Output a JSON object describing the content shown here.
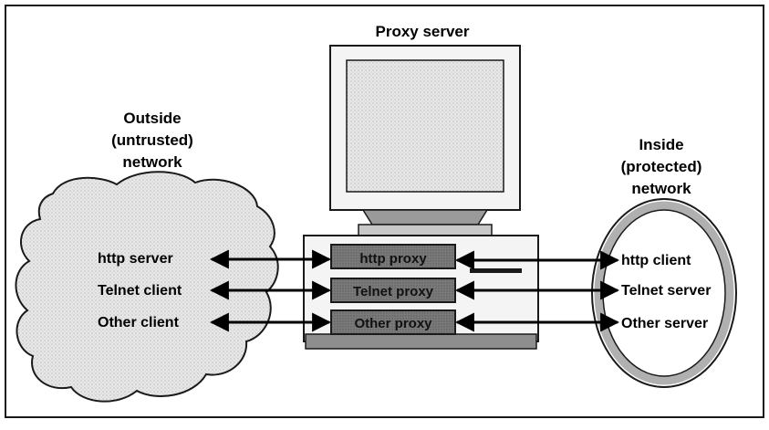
{
  "title": "Proxy server",
  "outside": {
    "label_lines": [
      "Outside",
      "(untrusted)",
      "network"
    ],
    "items": [
      "http server",
      "Telnet client",
      "Other client"
    ]
  },
  "inside": {
    "label_lines": [
      "Inside",
      "(protected)",
      "network"
    ],
    "items": [
      "http client",
      "Telnet server",
      "Other server"
    ]
  },
  "proxies": [
    "http proxy",
    "Telnet proxy",
    "Other proxy"
  ],
  "colors": {
    "frame": "#1a1a1a",
    "cloud_fill": "#e4e4e4",
    "proxy_fill": "#7f7f7f",
    "screen_fill": "#cfcfcf",
    "monitor_fill": "#f4f4f4",
    "base_fill": "#9a9a9a",
    "arrow": "#000000"
  },
  "icons": {
    "monitor": "computer-monitor-icon",
    "cloud": "cloud-icon",
    "circle": "ring-icon"
  }
}
